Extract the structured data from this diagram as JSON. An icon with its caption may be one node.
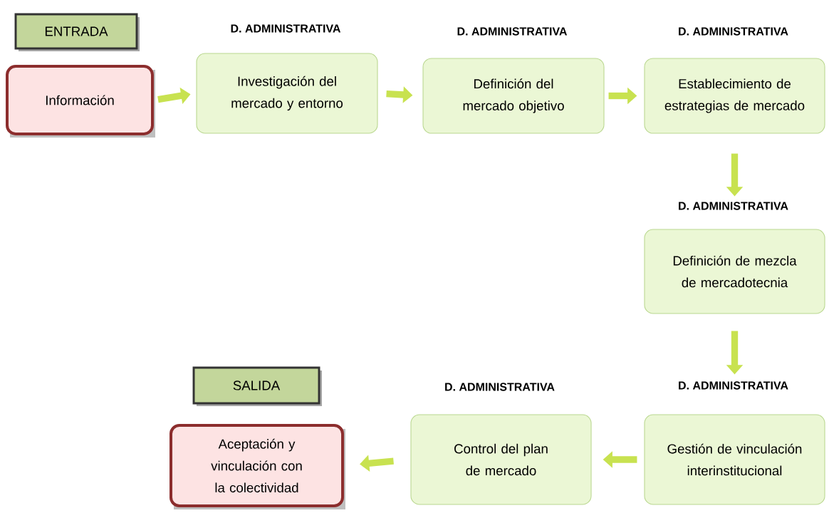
{
  "diagram": {
    "nodes": [
      {
        "text": [
          "ENTRADA"
        ]
      },
      {
        "text": [
          "Información"
        ]
      },
      {
        "text": [
          "Investigación del mercado y entorno"
        ],
        "beside": [
          "D. ADMINISTRATIVA"
        ]
      },
      {
        "text": [
          "Definición del mercado objetivo"
        ],
        "beside": [
          "D. ADMINISTRATIVA"
        ]
      },
      {
        "text": [
          "Establecimiento de estrategias de mercado"
        ],
        "beside": [
          "D. ADMINISTRATIVA"
        ]
      },
      {
        "text": [
          "Definición de mezcla de mercadotecnia"
        ],
        "beside": [
          "D. ADMINISTRATIVA"
        ]
      },
      {
        "text": [
          "Gestión de vinculación interinstitucional"
        ],
        "beside": [
          "D. ADMINISTRATIVA"
        ]
      },
      {
        "text": [
          "Control del plan de mercado"
        ],
        "beside": [
          "D. ADMINISTRATIVA"
        ]
      },
      {
        "text": [
          "SALIDA"
        ]
      },
      {
        "text": [
          "Aceptación y vinculación con la colectividad"
        ]
      }
    ],
    "edges": [
      {
        "from": 1,
        "to": 2,
        "arrow": "to"
      },
      {
        "from": 2,
        "to": 3,
        "arrow": "to"
      },
      {
        "from": 3,
        "to": 4,
        "arrow": "to"
      },
      {
        "from": 4,
        "to": 5,
        "arrow": "to"
      },
      {
        "from": 5,
        "to": 6,
        "arrow": "to"
      },
      {
        "from": 6,
        "to": 7,
        "arrow": "to"
      },
      {
        "from": 7,
        "to": 9,
        "arrow": "to"
      }
    ]
  }
}
